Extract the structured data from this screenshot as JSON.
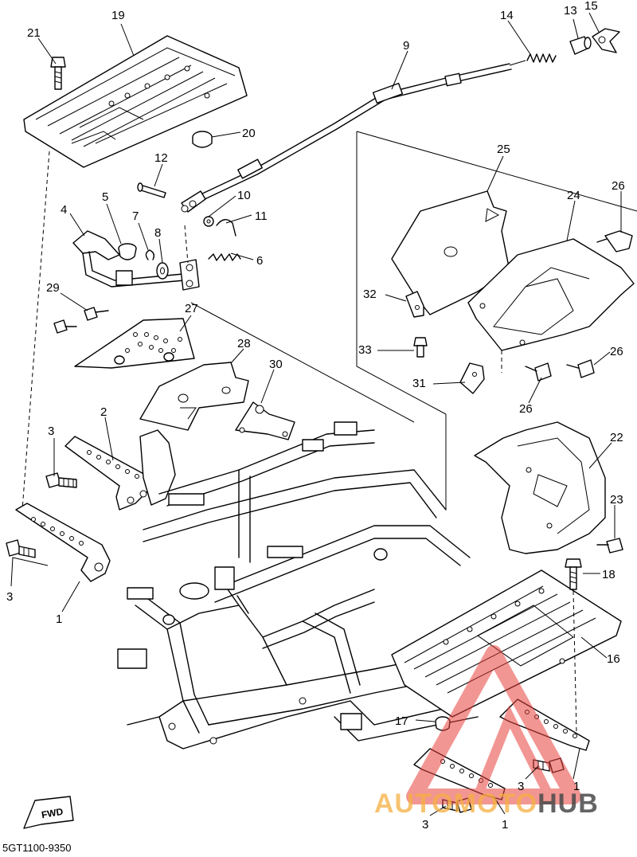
{
  "callouts": {
    "c1a": "1",
    "c1b": "1",
    "c1c": "1",
    "c2": "2",
    "c3a": "3",
    "c3b": "3",
    "c3c": "3",
    "c3d": "3",
    "c4": "4",
    "c5": "5",
    "c6": "6",
    "c7": "7",
    "c8": "8",
    "c9": "9",
    "c10": "10",
    "c11": "11",
    "c12": "12",
    "c13": "13",
    "c14": "14",
    "c15": "15",
    "c16": "16",
    "c17": "17",
    "c18": "18",
    "c19": "19",
    "c20": "20",
    "c21": "21",
    "c22": "22",
    "c23": "23",
    "c24": "24",
    "c25": "25",
    "c26a": "26",
    "c26b": "26",
    "c26c": "26",
    "c27": "27",
    "c28": "28",
    "c29": "29",
    "c30": "30",
    "c31": "31",
    "c32": "32",
    "c33": "33"
  },
  "fwd_label": "FWD",
  "diagram_code": "5GT1100-9350",
  "watermark": {
    "part1": "AUTO",
    "part2": "MOTO",
    "part3": "HUB",
    "logo_color": "#e8413c",
    "accent_color": "#f5b041"
  }
}
